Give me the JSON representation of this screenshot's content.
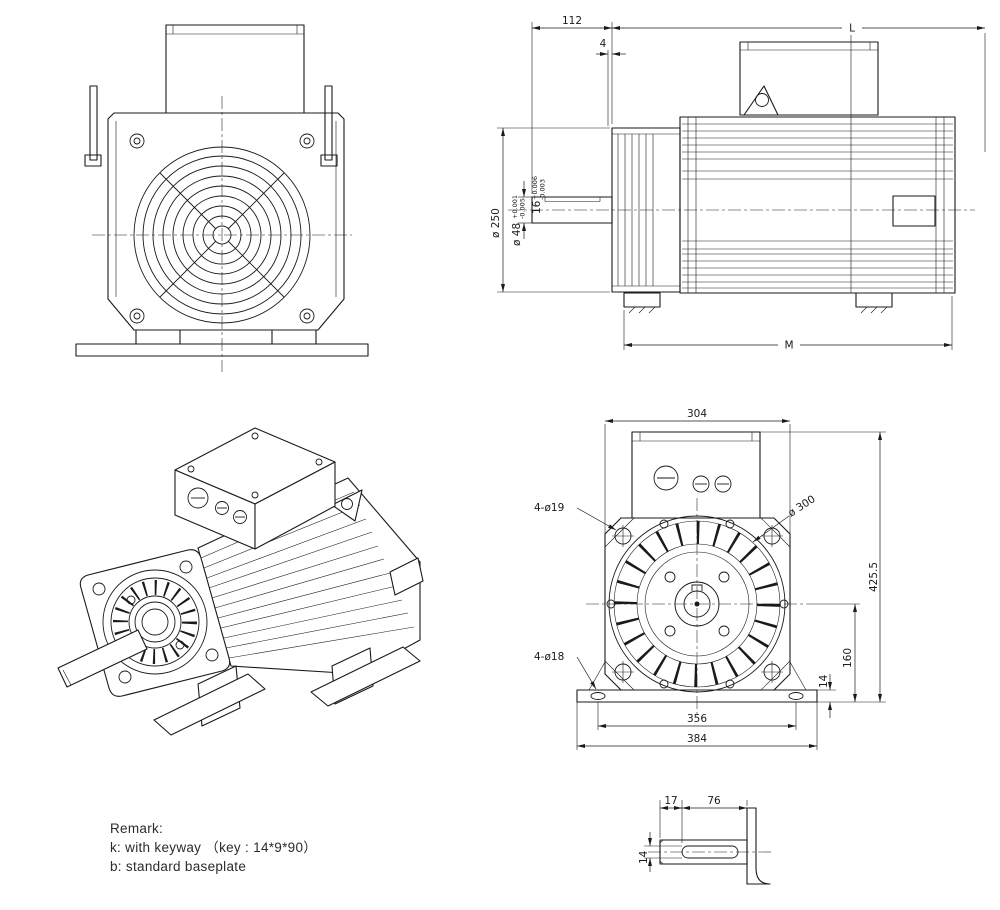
{
  "drawing": {
    "description": "Electric motor outline dimension drawing",
    "line_color": "#1a1a1a",
    "background": "#ffffff"
  },
  "side_view": {
    "dim_shaft_extension": "112",
    "dim_spigot": "4",
    "dim_overall_length": "L",
    "dim_foot_length": "M",
    "dim_fan_cover_diameter": "ø 250",
    "dim_shaft_diameter": "ø 48",
    "shaft_diameter_tol_upper": "+0.001",
    "shaft_diameter_tol_lower": "-0.005",
    "dim_key": "16",
    "key_tol_upper": "+0.006",
    "key_tol_lower": "-0.003"
  },
  "back_view": {
    "dim_body_width": "304",
    "dim_corner_holes": "4-ø19",
    "dim_flange_diameter": "ø 300",
    "dim_overall_height": "425.5",
    "dim_shaft_center_height": "160",
    "dim_base_thickness": "14",
    "dim_base_holes": "4-ø18",
    "dim_base_hole_spacing": "356",
    "dim_base_width": "384"
  },
  "shaft_detail": {
    "dim_key_start": "17",
    "dim_key_length": "76",
    "dim_key_width": "14"
  },
  "remark": {
    "title": "Remark:",
    "line_keyway": "k: with keyway （key : 14*9*90）",
    "line_baseplate": "b: standard  baseplate"
  }
}
